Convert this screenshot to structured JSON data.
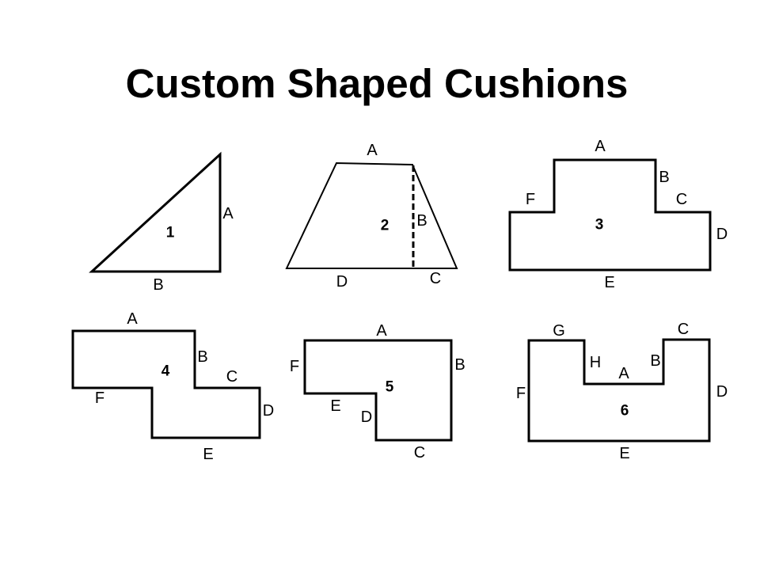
{
  "title": "Custom Shaped Cushions",
  "shapes": [
    {
      "number": "1",
      "labels": [
        "A",
        "B"
      ]
    },
    {
      "number": "2",
      "labels": [
        "A",
        "B",
        "C",
        "D"
      ]
    },
    {
      "number": "3",
      "labels": [
        "A",
        "B",
        "C",
        "D",
        "E",
        "F"
      ]
    },
    {
      "number": "4",
      "labels": [
        "A",
        "B",
        "C",
        "D",
        "E",
        "F"
      ]
    },
    {
      "number": "5",
      "labels": [
        "A",
        "B",
        "C",
        "D",
        "E",
        "F"
      ]
    },
    {
      "number": "6",
      "labels": [
        "A",
        "B",
        "C",
        "D",
        "E",
        "F",
        "G",
        "H"
      ]
    }
  ]
}
